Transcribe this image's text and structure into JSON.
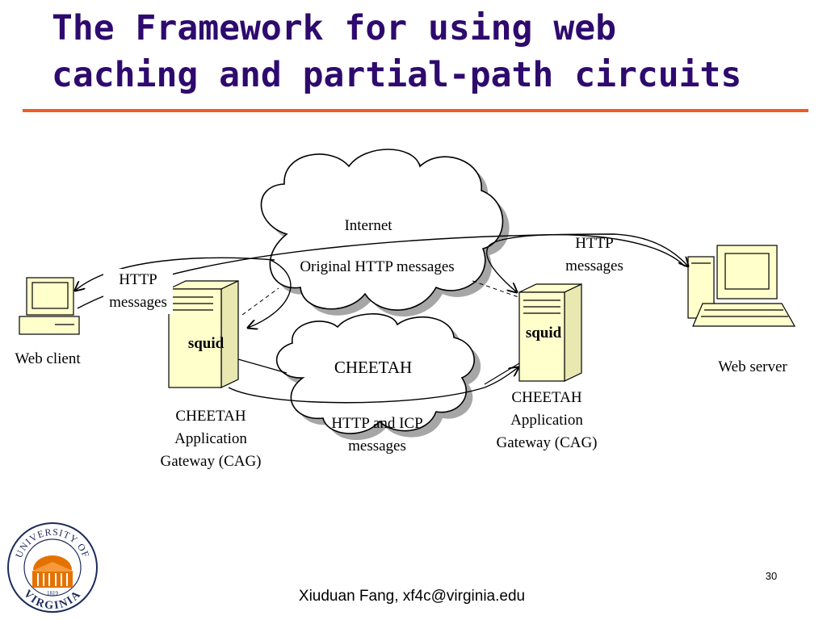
{
  "slide": {
    "title_line1": "The Framework for using web",
    "title_line2": "caching and partial-path circuits",
    "page_number": "30",
    "footer": "Xiuduan Fang, xf4c@virginia.edu"
  },
  "diagram": {
    "internet_cloud_label": "Internet",
    "internet_cloud_caption": "Original HTTP messages",
    "cheetah_cloud_label": "CHEETAH",
    "cheetah_cloud_caption_line1": "HTTP and ICP",
    "cheetah_cloud_caption_line2": "messages",
    "left_http_line1": "HTTP",
    "left_http_line2": "messages",
    "right_http_line1": "HTTP",
    "right_http_line2": "messages",
    "web_client_label": "Web client",
    "web_server_label": "Web server",
    "left_server_label": "squid",
    "right_server_label": "squid",
    "left_cag_line1": "CHEETAH",
    "left_cag_line2": "Application",
    "left_cag_line3": "Gateway (CAG)",
    "right_cag_line1": "CHEETAH",
    "right_cag_line2": "Application",
    "right_cag_line3": "Gateway (CAG)"
  },
  "logo": {
    "top_text": "UNIVERSITY OF",
    "bottom_text": "VIRGINIA",
    "year": "1819"
  },
  "colors": {
    "title": "#2E0A6E",
    "rule": "#F05A28",
    "computer_fill": "#FFFFCC",
    "cloud_shadow": "#A6A6A6",
    "logo_orange": "#E57200"
  }
}
